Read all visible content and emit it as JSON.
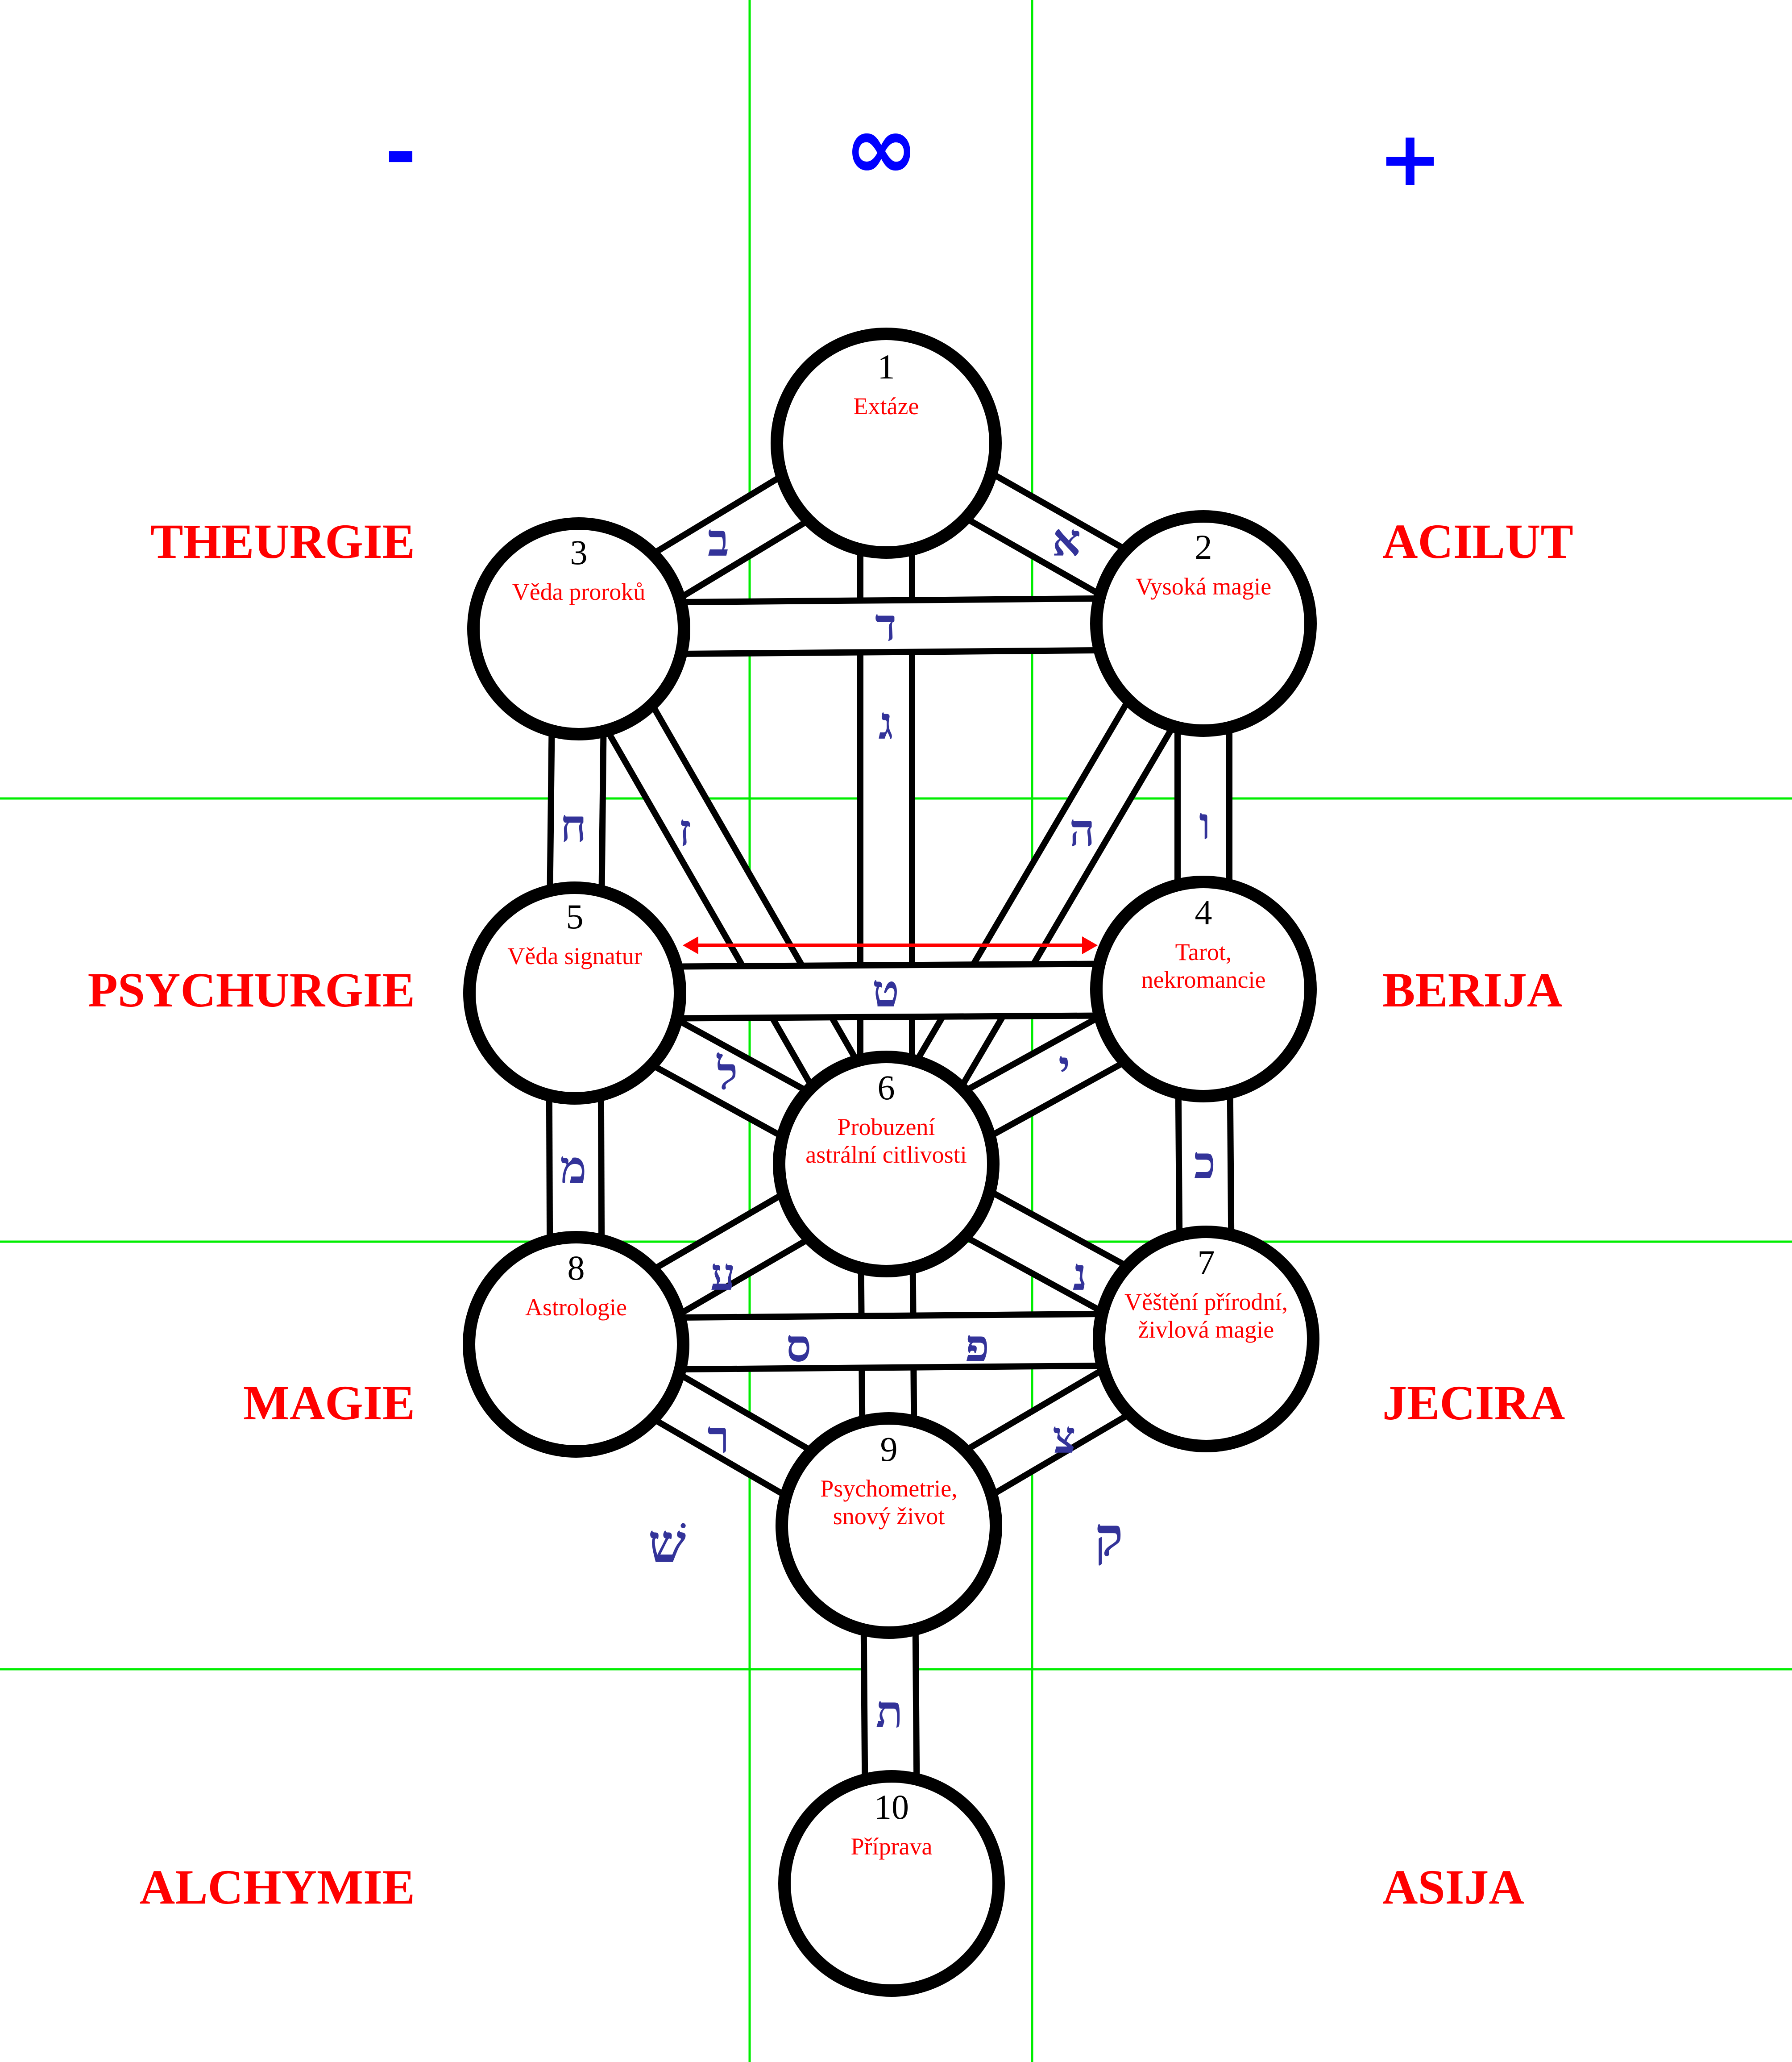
{
  "colors": {
    "guide": "#00ee00",
    "symbol": "#0000ff",
    "label": "#ff0000",
    "hebrew": "#333399",
    "outline": "#000000",
    "arrow": "#ff0000"
  },
  "top_symbols": [
    {
      "id": "minus",
      "text": "-"
    },
    {
      "id": "infinity",
      "text": "∞"
    },
    {
      "id": "plus",
      "text": "+"
    }
  ],
  "left_labels": [
    "THEURGIE",
    "PSYCHURGIE",
    "MAGIE",
    "ALCHYMIE"
  ],
  "right_labels": [
    "ACILUT",
    "BERIJA",
    "JECIRA",
    "ASIJA"
  ],
  "sephiroth": [
    {
      "number": "1",
      "lines": [
        "Extáze"
      ]
    },
    {
      "number": "2",
      "lines": [
        "Vysoká magie"
      ]
    },
    {
      "number": "3",
      "lines": [
        "Věda proroků"
      ]
    },
    {
      "number": "4",
      "lines": [
        "Tarot,",
        "nekromancie"
      ]
    },
    {
      "number": "5",
      "lines": [
        "Věda signatur"
      ]
    },
    {
      "number": "6",
      "lines": [
        "Probuzení",
        "astrální citlivosti"
      ]
    },
    {
      "number": "7",
      "lines": [
        "Věštění přírodní,",
        "živlová magie"
      ]
    },
    {
      "number": "8",
      "lines": [
        "Astrologie"
      ]
    },
    {
      "number": "9",
      "lines": [
        "Psychometrie,",
        "snový život"
      ]
    },
    {
      "number": "10",
      "lines": [
        "Příprava"
      ]
    }
  ],
  "paths": [
    {
      "from": "1",
      "to": "2",
      "letter": "א"
    },
    {
      "from": "1",
      "to": "3",
      "letter": "ב"
    },
    {
      "from": "1",
      "to": "6",
      "letter": "ג"
    },
    {
      "from": "2",
      "to": "3",
      "letter": "ד"
    },
    {
      "from": "2",
      "to": "6",
      "letter": "ה"
    },
    {
      "from": "2",
      "to": "4",
      "letter": "ו"
    },
    {
      "from": "3",
      "to": "6",
      "letter": "ז"
    },
    {
      "from": "3",
      "to": "5",
      "letter": "ח"
    },
    {
      "from": "4",
      "to": "5",
      "letter": "ט"
    },
    {
      "from": "4",
      "to": "6",
      "letter": "י"
    },
    {
      "from": "4",
      "to": "7",
      "letter": "כ"
    },
    {
      "from": "5",
      "to": "6",
      "letter": "ל"
    },
    {
      "from": "5",
      "to": "8",
      "letter": "מ"
    },
    {
      "from": "6",
      "to": "7",
      "letter": "נ"
    },
    {
      "from": "6",
      "to": "8",
      "letter": "ע"
    },
    {
      "from": "6",
      "to": "9",
      "letter": ""
    },
    {
      "from": "7",
      "to": "8",
      "letter": "ס פ"
    },
    {
      "from": "7",
      "to": "9",
      "letter": "צ"
    },
    {
      "from": "8",
      "to": "9",
      "letter": "ר"
    },
    {
      "from": "9",
      "to": "10",
      "letter": "ת"
    }
  ],
  "free_letters": [
    {
      "id": "shin",
      "letter": "שׁ"
    },
    {
      "id": "qoph",
      "letter": "ק"
    }
  ],
  "arrow": {
    "from": "5",
    "to": "4",
    "type": "double-headed"
  }
}
